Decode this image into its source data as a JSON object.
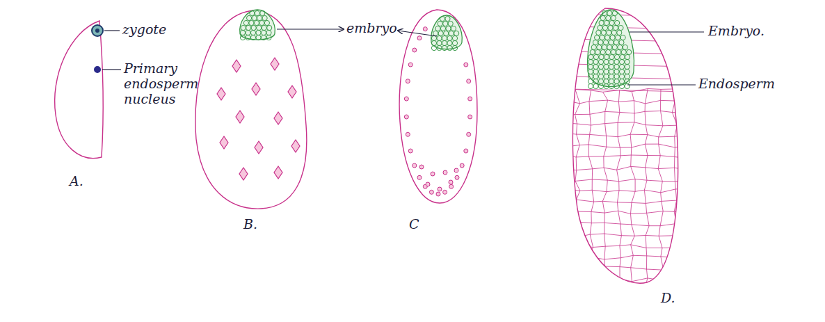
{
  "diagram": {
    "labels": [
      "zygote",
      "Primary endosperm nucleus",
      "embryo",
      "Embryo.",
      "Endosperm",
      "A.",
      "B.",
      "C",
      "D."
    ]
  }
}
